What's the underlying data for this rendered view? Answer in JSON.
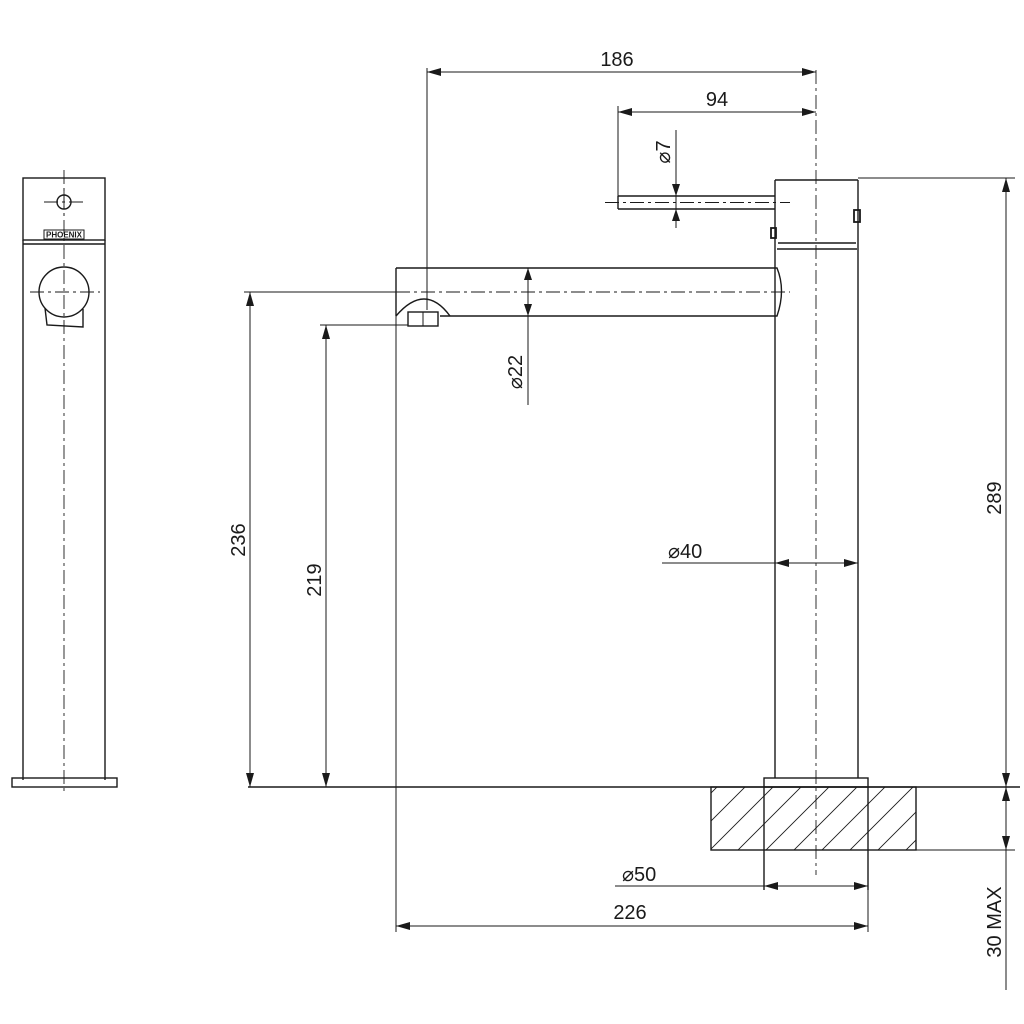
{
  "brand": "PHOENIX",
  "dimensions": {
    "overall_reach": "186",
    "handle_reach": "94",
    "handle_dia": "7",
    "spout_dia": "22",
    "spout_height": "236",
    "outlet_height": "219",
    "total_height": "289",
    "body_dia": "40",
    "base_dia": "50",
    "overall_width": "226",
    "mount_thickness": "30 MAX"
  },
  "symbols": {
    "diameter": "⌀"
  }
}
